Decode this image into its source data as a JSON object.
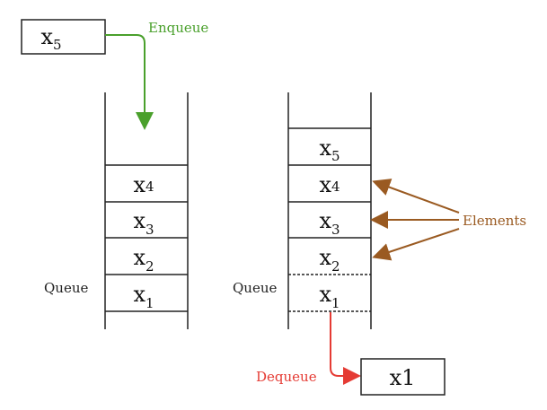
{
  "diagram": {
    "elements": {
      "x5_incoming": {
        "base": "x",
        "sub": "5"
      },
      "x4": {
        "base": "x",
        "sub": "4"
      },
      "x3": {
        "base": "x",
        "sub": "3"
      },
      "x2": {
        "base": "x",
        "sub": "2"
      },
      "x1": {
        "base": "x",
        "sub": "1"
      },
      "right_x5": {
        "base": "x",
        "sub": "5"
      },
      "right_x4": {
        "base": "x",
        "sub": "4"
      },
      "right_x3": {
        "base": "x",
        "sub": "3"
      },
      "right_x2": {
        "base": "x",
        "sub": "2"
      },
      "right_x1": {
        "base": "x",
        "sub": "1"
      },
      "dequeued": {
        "text": "x1"
      }
    },
    "labels": {
      "enqueue": "Enqueue",
      "dequeue": "Dequeue",
      "elements": "Elements",
      "queue_left": "Queue",
      "queue_right": "Queue"
    },
    "colors": {
      "enqueue": "#4aa02c",
      "dequeue": "#e53b34",
      "elements": "#9a5a21",
      "stroke": "#222222"
    }
  }
}
